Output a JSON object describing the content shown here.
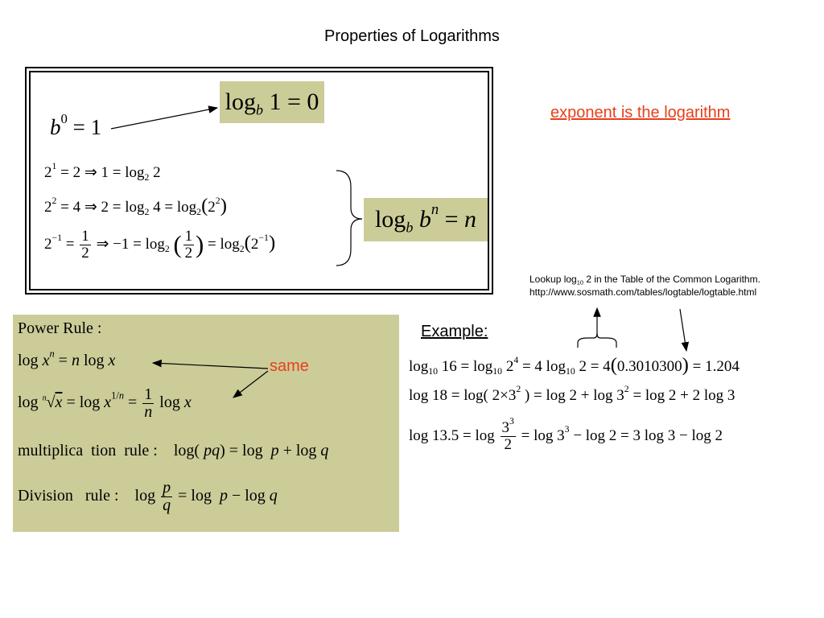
{
  "title": "Properties of Logarithms",
  "box": {
    "log_b_1": "log b 1 = 0",
    "b_zero": "b0 = 1",
    "eq1": "21 = 2 ⇒ 1 = log 2 2",
    "eq2": "22 = 4 ⇒ 2 = log 2 4 = log 2 (22)",
    "eq3": "2−1 = 1/2 ⇒ −1 = log 2 (1/2) = log 2 (2−1)",
    "log_b_bn": "log b bn = n"
  },
  "note_exponent": "exponent is the logarithm",
  "lookup": {
    "line1": "Lookup log10 2 in the Table of the Common Logarithm.",
    "line2": "http://www.sosmath.com/tables/logtable/logtable.html"
  },
  "rules": {
    "power_label": "Power Rule :",
    "power1": "log xn = n log x",
    "power2": "log n√x = log x1/n = (1/n) log x",
    "mult": "multiplica tion rule : log( pq) = log p + log q",
    "div": "Division rule : log p/q = log p − log q",
    "same": "same"
  },
  "example": {
    "label": "Example:",
    "ex1": "log10 16 = log10 24 = 4 log10 2 = 4(0.3010300) = 1.204",
    "ex2": "log 18 = log( 2×32 ) = log 2 + log 32 = log 2 + 2 log 3",
    "ex3": "log 13.5 = log 33/2 = log 33 − log 2 = 3 log 3 − log 2"
  },
  "colors": {
    "highlight": "#cccc99",
    "accent": "#e8401c"
  }
}
